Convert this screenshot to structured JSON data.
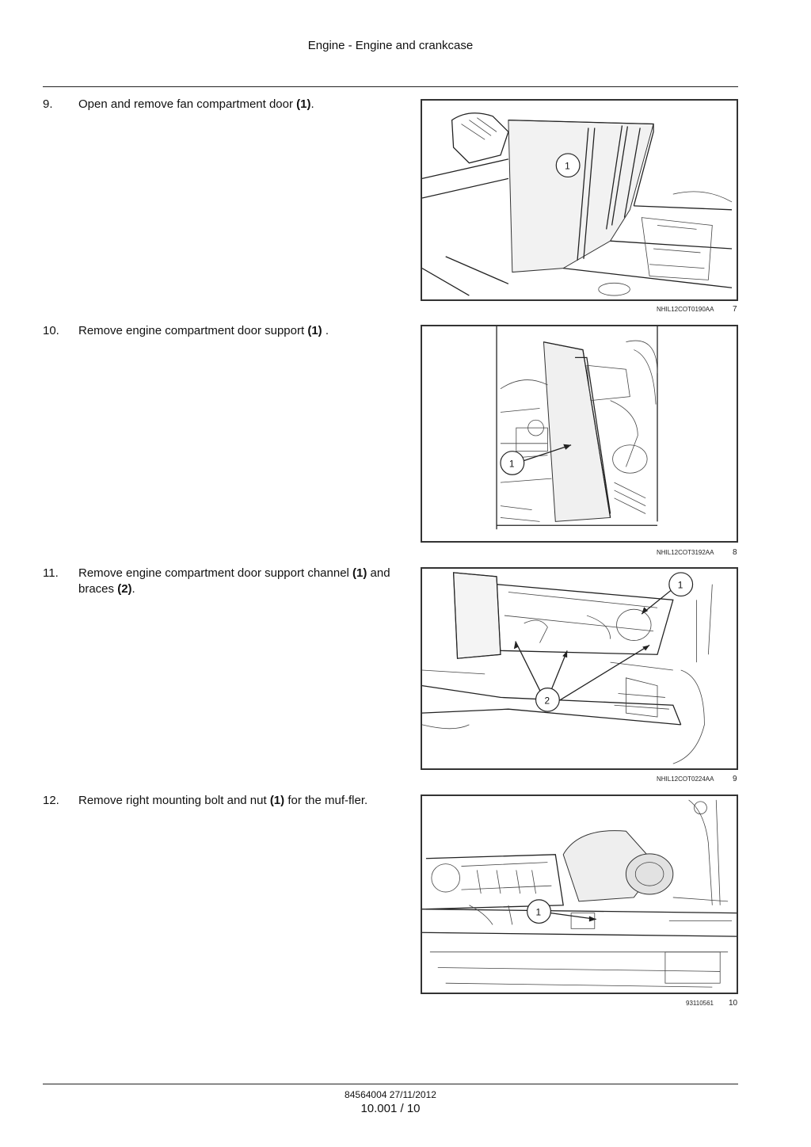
{
  "header": {
    "title": "Engine - Engine and crankcase"
  },
  "steps": [
    {
      "number": "9.",
      "text_before": "Open and remove fan compartment door ",
      "bold": "(1)",
      "text_after": ".",
      "bold2": "",
      "text_after2": ""
    },
    {
      "number": "10.",
      "text_before": "Remove engine compartment door support ",
      "bold": "(1)",
      "text_after": " .",
      "bold2": "",
      "text_after2": ""
    },
    {
      "number": "11.",
      "text_before": "Remove engine compartment door support channel ",
      "bold": "(1)",
      "text_after": " and braces ",
      "bold2": "(2)",
      "text_after2": "."
    },
    {
      "number": "12.",
      "text_before": "Remove right mounting bolt and nut ",
      "bold": "(1)",
      "text_after": " for the muf-fler.",
      "bold2": "",
      "text_after2": ""
    }
  ],
  "figures": [
    {
      "ref": "NHIL12COT0190AA",
      "number": "7",
      "callouts": [
        "1"
      ]
    },
    {
      "ref": "NHIL12COT3192AA",
      "number": "8",
      "callouts": [
        "1"
      ]
    },
    {
      "ref": "NHIL12COT0224AA",
      "number": "9",
      "callouts": [
        "1",
        "2"
      ]
    },
    {
      "ref": "93110561",
      "number": "10",
      "callouts": [
        "1"
      ]
    }
  ],
  "footer": {
    "doc": "84564004 27/11/2012",
    "page": "10.001 / 10"
  }
}
